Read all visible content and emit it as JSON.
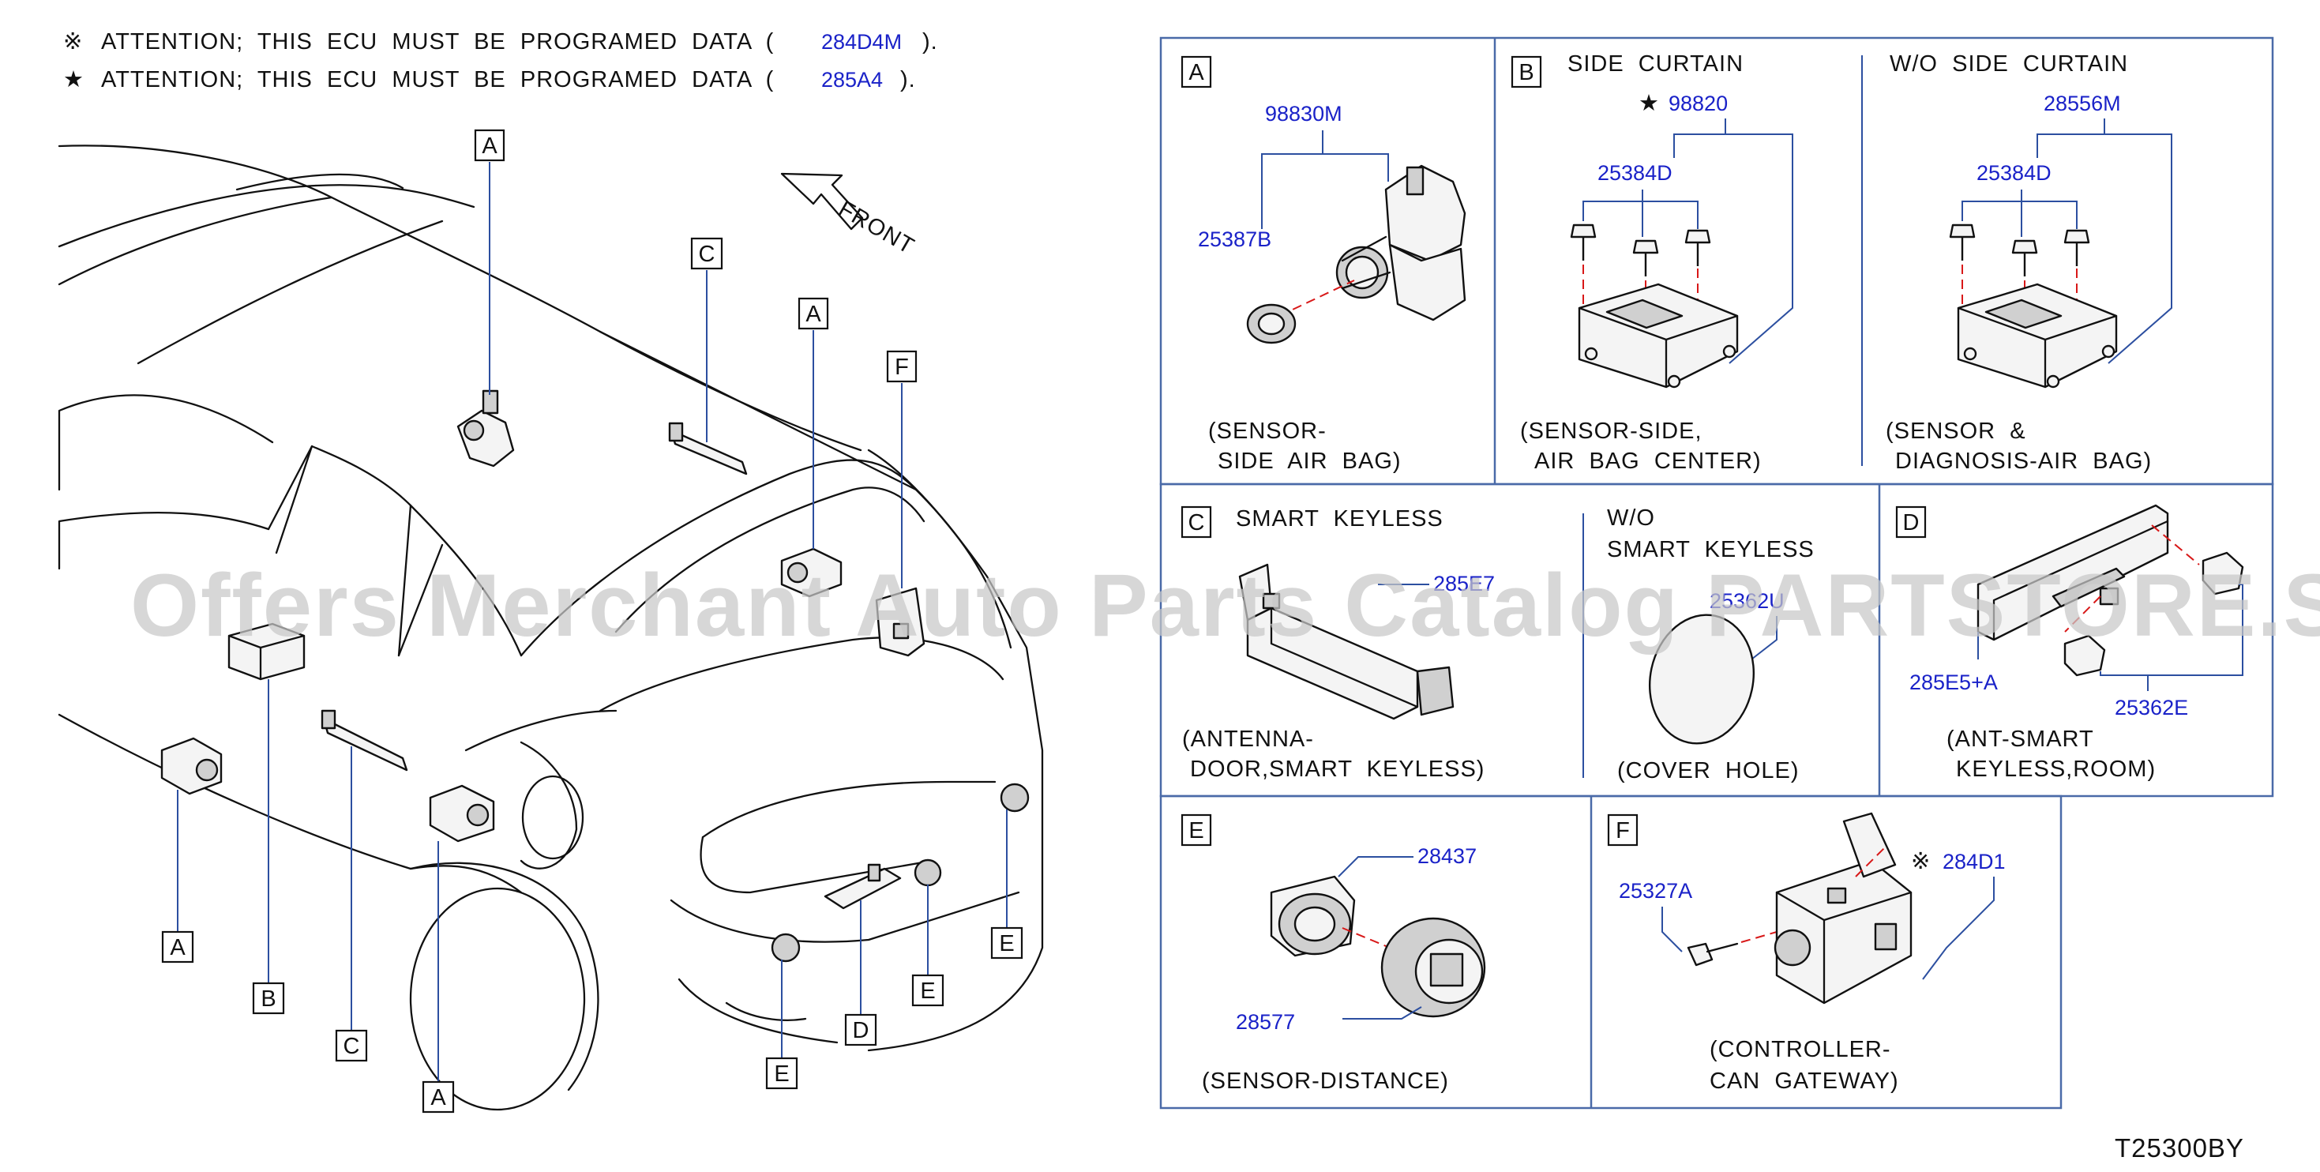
{
  "notes": [
    {
      "symbol": "※",
      "text": "ATTENTION;  THIS  ECU  MUST  BE  PROGRAMED  DATA  (",
      "part": "284D4M",
      "close": ")."
    },
    {
      "symbol": "★",
      "text": "ATTENTION;  THIS  ECU  MUST  BE  PROGRAMED  DATA  (",
      "part": "285A4",
      "close": ")."
    }
  ],
  "front_label": "FRONT",
  "overview_callouts": [
    "A",
    "C",
    "A",
    "F",
    "B",
    "A",
    "C",
    "A",
    "E",
    "D",
    "E",
    "E"
  ],
  "panels": {
    "A": {
      "letter": "A",
      "parts": [
        "98830M",
        "25387B"
      ],
      "caption": [
        "(SENSOR-",
        "SIDE  AIR  BAG)"
      ]
    },
    "B": {
      "letter": "B",
      "left_title": "SIDE  CURTAIN",
      "left_star": "★",
      "left_parts": [
        "98820",
        "25384D"
      ],
      "left_caption": [
        "(SENSOR-SIDE,",
        "AIR  BAG  CENTER)"
      ],
      "right_title": "W/O  SIDE  CURTAIN",
      "right_parts": [
        "28556M",
        "25384D"
      ],
      "right_caption": [
        "(SENSOR  &",
        "DIAGNOSIS-AIR  BAG)"
      ]
    },
    "C": {
      "letter": "C",
      "left_title": "SMART  KEYLESS",
      "left_part": "285E7",
      "left_caption": [
        "(ANTENNA-",
        "DOOR,SMART  KEYLESS)"
      ],
      "right_title": [
        "W/O",
        "SMART  KEYLESS"
      ],
      "right_part": "25362U",
      "right_caption": "(COVER  HOLE)"
    },
    "D": {
      "letter": "D",
      "parts": [
        "285E5+A",
        "25362E"
      ],
      "caption": [
        "(ANT-SMART",
        "KEYLESS,ROOM)"
      ]
    },
    "E": {
      "letter": "E",
      "parts": [
        "28437",
        "28577"
      ],
      "caption": "(SENSOR-DISTANCE)"
    },
    "F": {
      "letter": "F",
      "parts": [
        "25327A",
        "284D1"
      ],
      "mark": "※",
      "caption": [
        "(CONTROLLER-",
        "CAN  GATEWAY)"
      ]
    }
  },
  "watermark": "Offers Merchant Auto Parts Catalog PARTSTORE.SA",
  "drawing_code": "T25300BY",
  "colors": {
    "part_number": "#1a22c8",
    "panel_border": "#4a6aa8",
    "dashed_axis": "#d81818",
    "watermark": "#c9c9c9"
  }
}
